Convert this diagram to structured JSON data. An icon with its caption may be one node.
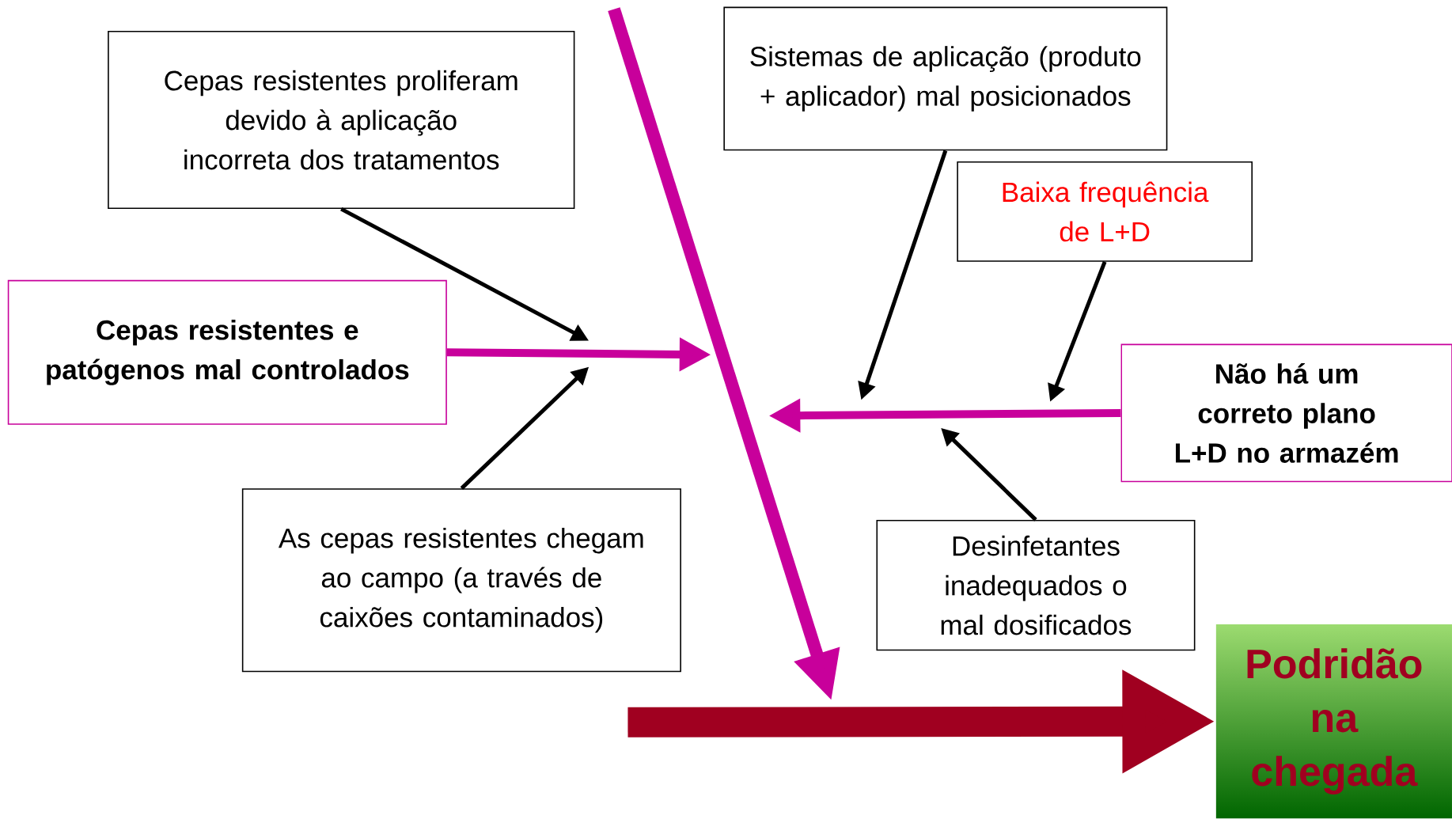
{
  "diagram": {
    "nodes": [
      {
        "text": [
          "Cepas resistentes proliferam devido à aplicação incorreta dos tratamentos"
        ]
      },
      {
        "text": [
          "Cepas resistentes e patógenos mal controlados"
        ]
      },
      {
        "text": [
          "As cepas resistentes chegam ao campo (a través de caixões contaminados)"
        ]
      },
      {
        "text": [
          "Sistemas de aplicação (produto + aplicador) mal posicionados"
        ]
      },
      {
        "text": [
          "Baixa frequência de L+D"
        ]
      },
      {
        "text": [
          "Não há um correto plano L+D no armazém"
        ]
      },
      {
        "text": [
          "Desinfetantes inadequados o mal dosificados"
        ]
      },
      {
        "text": [
          "Podridão na chegada"
        ]
      }
    ],
    "edges": [
      {
        "from": 0,
        "to": null,
        "arrow": "to"
      },
      {
        "from": 2,
        "to": null,
        "arrow": "to"
      },
      {
        "from": 1,
        "to": null,
        "arrow": "to",
        "style": "thick",
        "color": "#c8009b"
      },
      {
        "from": 3,
        "to": null,
        "arrow": "to"
      },
      {
        "from": 4,
        "to": null,
        "arrow": "to"
      },
      {
        "from": 5,
        "to": null,
        "arrow": "to",
        "style": "thick",
        "color": "#c8009b"
      },
      {
        "from": 6,
        "to": null,
        "arrow": "to"
      },
      {
        "from": null,
        "to": 7,
        "arrow": "to",
        "style": "thick",
        "color": "#a00020"
      }
    ]
  }
}
